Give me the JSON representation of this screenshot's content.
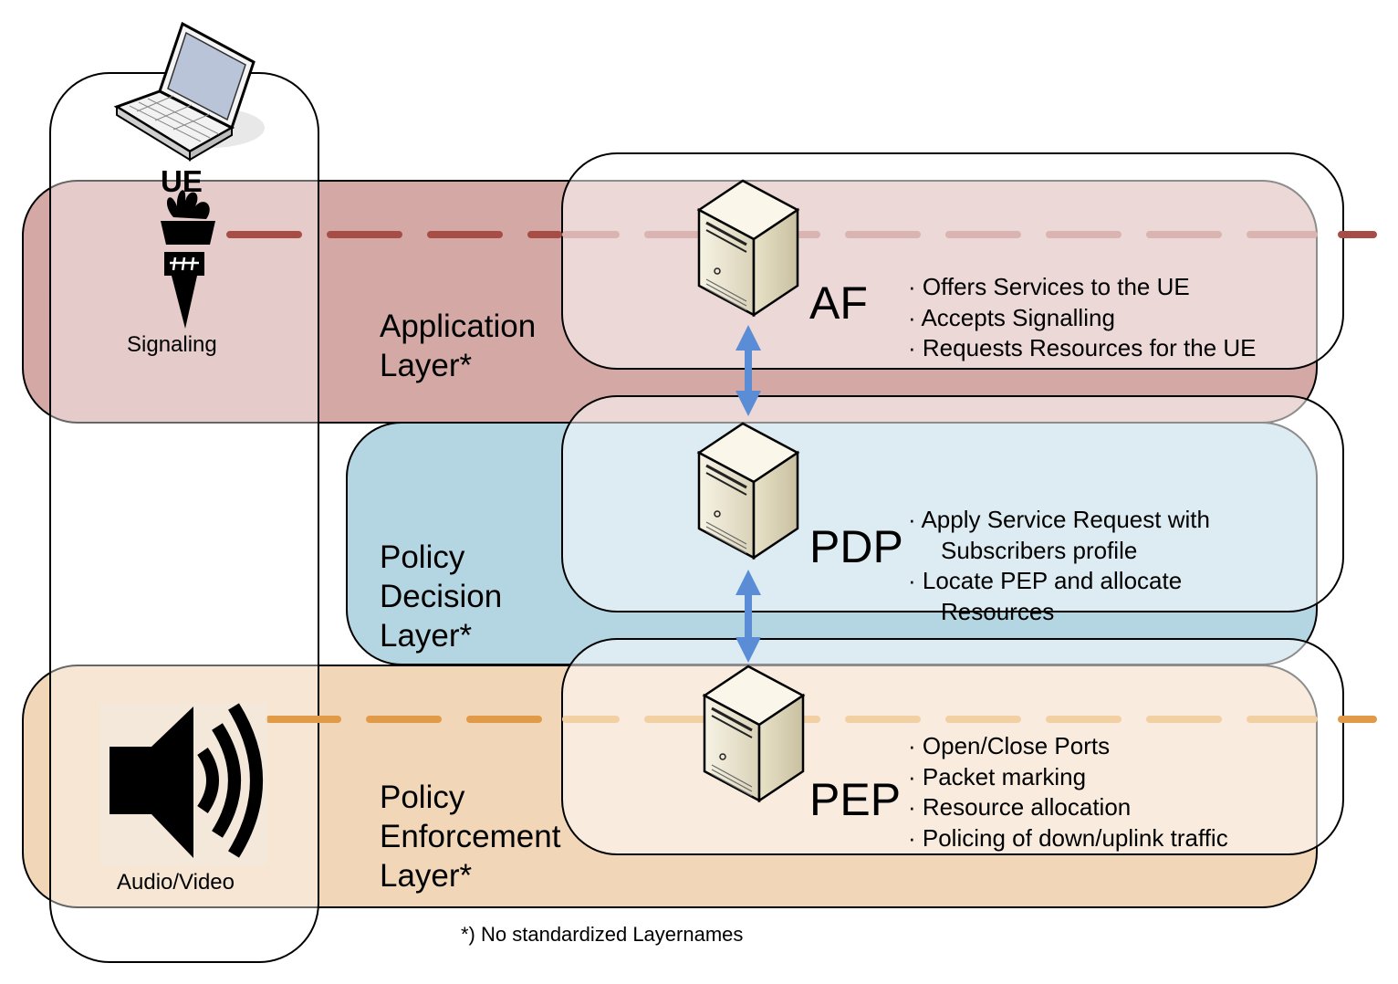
{
  "ue": {
    "label": "UE",
    "signaling_label": "Signaling",
    "media_label": "Audio/Video"
  },
  "layers": {
    "application": {
      "label": "Application\nLayer*",
      "color": "#d4a8a5"
    },
    "policy_decision": {
      "label": "Policy\nDecision\nLayer*",
      "color": "#b4d6e3"
    },
    "policy_enforcement": {
      "label": "Policy\nEnforcement\nLayer*",
      "color": "#f2d6b8"
    }
  },
  "nodes": {
    "af": {
      "label": "AF",
      "bullets": [
        "· Offers Services to the UE",
        "· Accepts Signalling",
        "· Requests Resources for the UE"
      ]
    },
    "pdp": {
      "label": "PDP",
      "bullets": [
        "· Apply Service Request with",
        "Subscribers profile",
        "· Locate PEP and allocate",
        "Resources"
      ]
    },
    "pep": {
      "label": "PEP",
      "bullets": [
        "· Open/Close Ports",
        "· Packet marking",
        "· Resource allocation",
        "· Policing of down/uplink traffic"
      ]
    }
  },
  "footnote": "*) No standardized Layernames",
  "colors": {
    "signaling_line": "#a84d45",
    "media_line": "#e09a48",
    "arrow": "#5b8dd6"
  },
  "icons": [
    "laptop-icon",
    "torch-icon",
    "speaker-icon",
    "server-icon"
  ]
}
